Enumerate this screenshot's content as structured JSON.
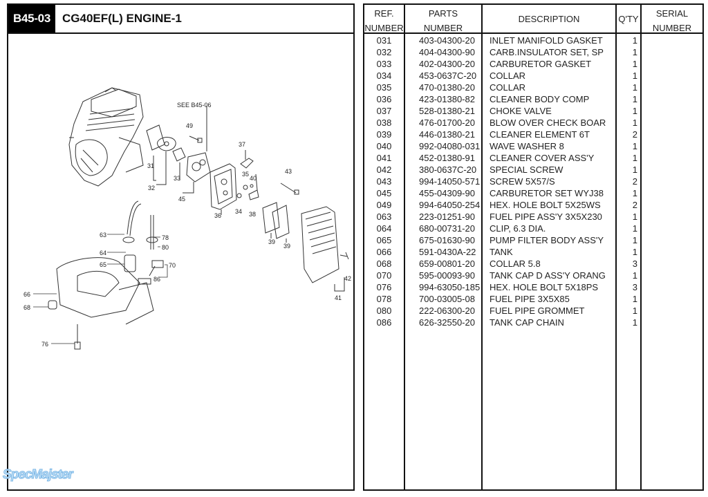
{
  "header": {
    "section_code": "B45-03",
    "title": "CG40EF(L) ENGINE-1"
  },
  "diagram": {
    "reference_note": "SEE B45-06",
    "callouts": [
      "31",
      "32",
      "33",
      "34",
      "35",
      "36",
      "37",
      "38",
      "39",
      "39",
      "40",
      "41",
      "42",
      "43",
      "45",
      "49",
      "63",
      "64",
      "65",
      "66",
      "68",
      "70",
      "76",
      "78",
      "80",
      "86"
    ]
  },
  "table": {
    "headers": {
      "ref_line1": "REF.",
      "ref_line2": "NUMBER",
      "parts_line1": "PARTS",
      "parts_line2": "NUMBER",
      "description": "DESCRIPTION",
      "qty": "Q'TY",
      "serial_line1": "SERIAL",
      "serial_line2": "NUMBER"
    },
    "rows": [
      {
        "ref": "031",
        "part": "403-04300-20",
        "desc": "INLET MANIFOLD GASKET",
        "qty": "1"
      },
      {
        "ref": "032",
        "part": "404-04300-90",
        "desc": "CARB.INSULATOR SET, SP",
        "qty": "1"
      },
      {
        "ref": "033",
        "part": "402-04300-20",
        "desc": "CARBURETOR GASKET",
        "qty": "1"
      },
      {
        "ref": "034",
        "part": "453-0637C-20",
        "desc": "COLLAR",
        "qty": "1"
      },
      {
        "ref": "035",
        "part": "470-01380-20",
        "desc": "COLLAR",
        "qty": "1"
      },
      {
        "ref": "036",
        "part": "423-01380-82",
        "desc": "CLEANER BODY COMP",
        "qty": "1"
      },
      {
        "ref": "037",
        "part": "528-01380-21",
        "desc": "CHOKE VALVE",
        "qty": "1"
      },
      {
        "ref": "038",
        "part": "476-01700-20",
        "desc": "BLOW OVER CHECK BOAR",
        "qty": "1"
      },
      {
        "ref": "039",
        "part": "446-01380-21",
        "desc": "CLEANER ELEMENT 6T",
        "qty": "2"
      },
      {
        "ref": "040",
        "part": "992-04080-031",
        "desc": "WAVE WASHER 8",
        "qty": "1"
      },
      {
        "ref": "041",
        "part": "452-01380-91",
        "desc": "CLEANER COVER ASS'Y",
        "qty": "1"
      },
      {
        "ref": "042",
        "part": "380-0637C-20",
        "desc": "SPECIAL SCREW",
        "qty": "1"
      },
      {
        "ref": "043",
        "part": "994-14050-571",
        "desc": "SCREW 5X57/S",
        "qty": "2"
      },
      {
        "ref": "045",
        "part": "455-04309-90",
        "desc": "CARBURETOR SET WYJ38",
        "qty": "1"
      },
      {
        "ref": "049",
        "part": "994-64050-254",
        "desc": "HEX. HOLE BOLT 5X25WS",
        "qty": "2"
      },
      {
        "ref": "063",
        "part": "223-01251-90",
        "desc": "FUEL PIPE ASS'Y 3X5X230",
        "qty": "1"
      },
      {
        "ref": "064",
        "part": "680-00731-20",
        "desc": "CLIP, 6.3 DIA.",
        "qty": "1"
      },
      {
        "ref": "065",
        "part": "675-01630-90",
        "desc": "PUMP FILTER BODY ASS'Y",
        "qty": "1"
      },
      {
        "ref": "066",
        "part": "591-0430A-22",
        "desc": "TANK",
        "qty": "1"
      },
      {
        "ref": "068",
        "part": "659-00801-20",
        "desc": "COLLAR 5.8",
        "qty": "3"
      },
      {
        "ref": "070",
        "part": "595-00093-90",
        "desc": "TANK CAP D ASS'Y ORANG",
        "qty": "1"
      },
      {
        "ref": "076",
        "part": "994-63050-185",
        "desc": "HEX. HOLE BOLT 5X18PS",
        "qty": "3"
      },
      {
        "ref": "078",
        "part": "700-03005-08",
        "desc": "FUEL PIPE 3X5X85",
        "qty": "1"
      },
      {
        "ref": "080",
        "part": "222-06300-20",
        "desc": "FUEL PIPE GROMMET",
        "qty": "1"
      },
      {
        "ref": "086",
        "part": "626-32550-20",
        "desc": "TANK CAP CHAIN",
        "qty": "1"
      }
    ]
  },
  "watermark": "SpecMajster"
}
